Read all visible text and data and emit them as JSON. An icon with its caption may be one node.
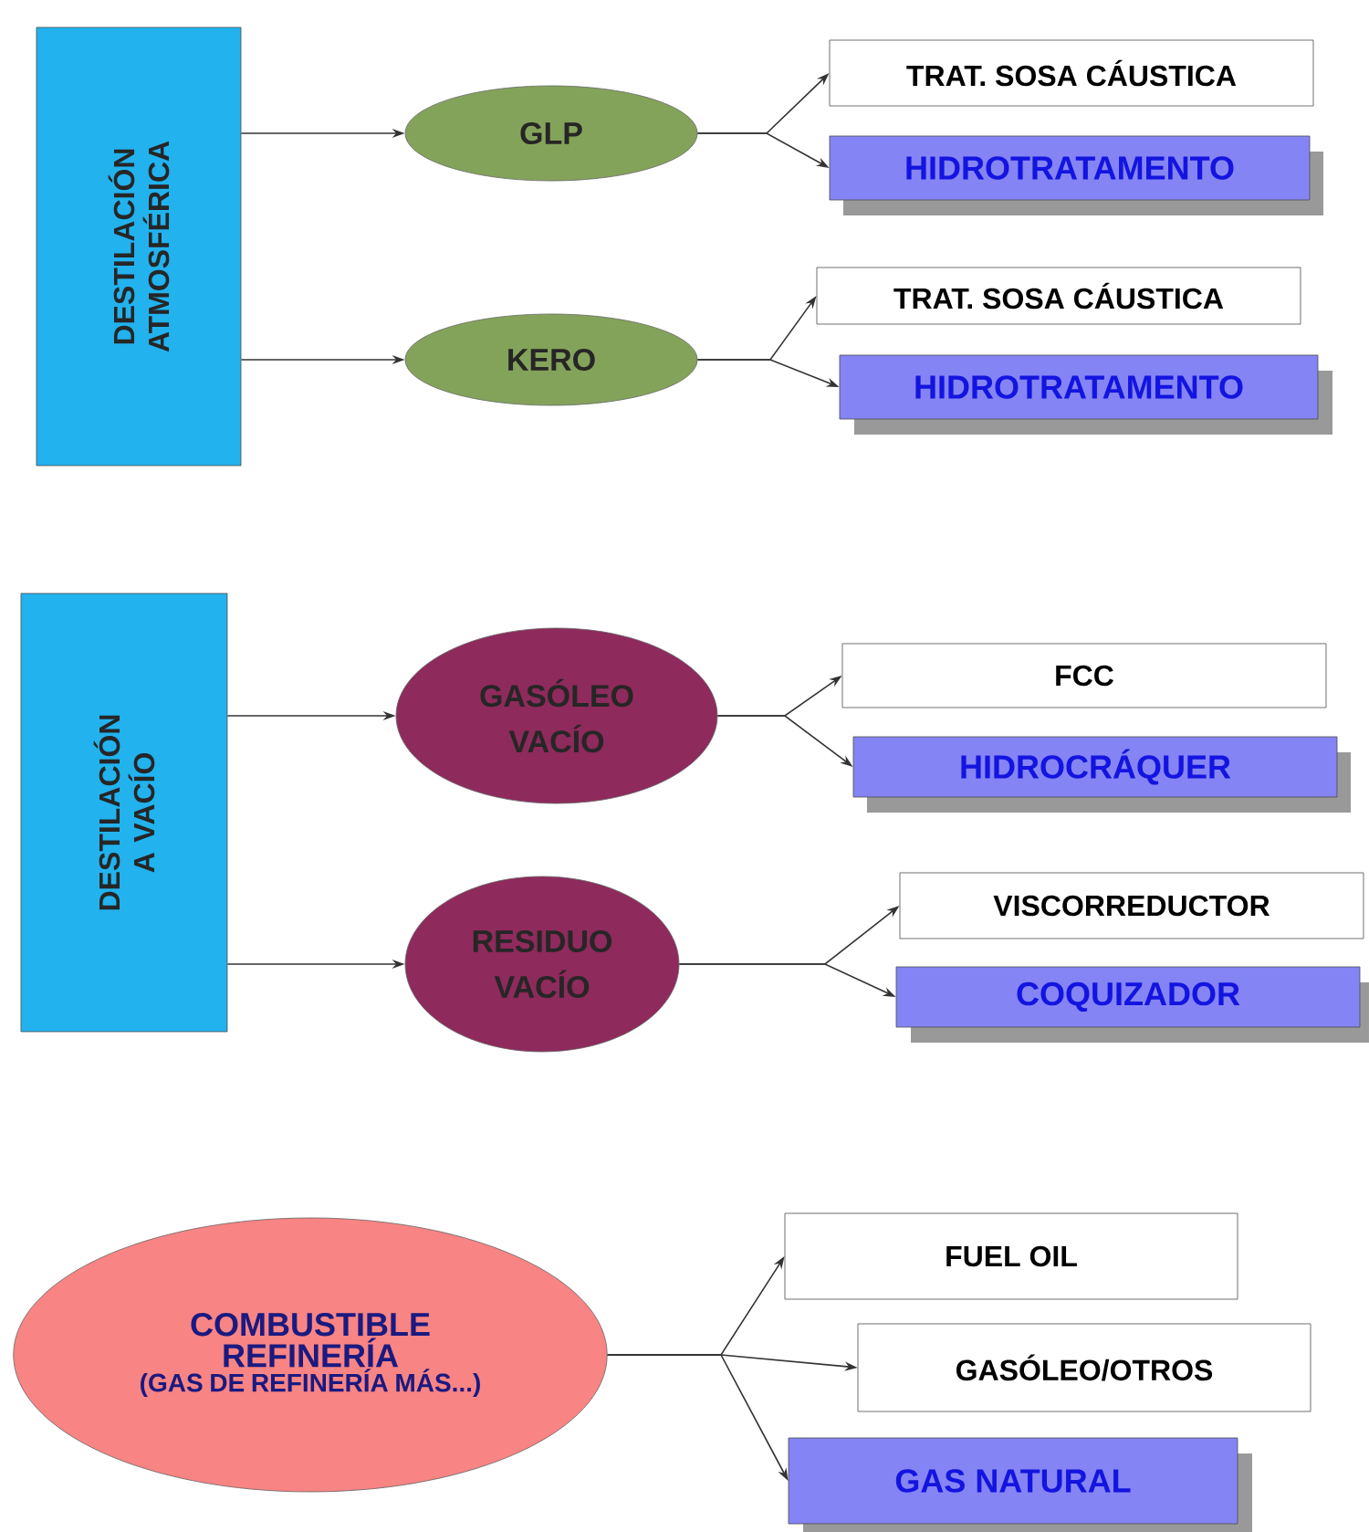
{
  "diagram": {
    "nodes": [
      {
        "text": [
          "DESTILACIÓN ATMOSFÉRICA"
        ]
      },
      {
        "text": [
          "GLP"
        ]
      },
      {
        "text": [
          "TRAT. SOSA CÁUSTICA"
        ]
      },
      {
        "text": [
          "HIDROTRATAMENTO"
        ]
      },
      {
        "text": [
          "KERO"
        ]
      },
      {
        "text": [
          "TRAT. SOSA CÁUSTICA"
        ]
      },
      {
        "text": [
          "HIDROTRATAMENTO"
        ]
      },
      {
        "text": [
          "DESTILACIÓN A VACÍO"
        ]
      },
      {
        "text": [
          "GASÓLEO VACÍO"
        ]
      },
      {
        "text": [
          "FCC"
        ]
      },
      {
        "text": [
          "HIDROCRÁQUER"
        ]
      },
      {
        "text": [
          "RESIDUO VACÍO"
        ]
      },
      {
        "text": [
          "VISCORREDUCTOR"
        ]
      },
      {
        "text": [
          "COQUIZADOR"
        ]
      },
      {
        "text": [
          "COMBUSTIBLE REFINERÍA",
          "(GAS DE REFINERÍA MÁS...)"
        ]
      },
      {
        "text": [
          "FUEL OIL"
        ]
      },
      {
        "text": [
          "GASÓLEO/OTROS"
        ]
      },
      {
        "text": [
          "GAS NATURAL"
        ]
      }
    ],
    "edges": [
      {
        "from": 0,
        "to": 1,
        "arrow": "to"
      },
      {
        "from": 0,
        "to": 4,
        "arrow": "to"
      },
      {
        "from": 1,
        "to": 2,
        "arrow": "to"
      },
      {
        "from": 1,
        "to": 3,
        "arrow": "to"
      },
      {
        "from": 4,
        "to": 5,
        "arrow": "to"
      },
      {
        "from": 4,
        "to": 6,
        "arrow": "to"
      },
      {
        "from": 7,
        "to": 8,
        "arrow": "to"
      },
      {
        "from": 7,
        "to": 11,
        "arrow": "to"
      },
      {
        "from": 8,
        "to": 9,
        "arrow": "to"
      },
      {
        "from": 8,
        "to": 10,
        "arrow": "to"
      },
      {
        "from": 11,
        "to": 12,
        "arrow": "to"
      },
      {
        "from": 11,
        "to": 13,
        "arrow": "to"
      },
      {
        "from": 14,
        "to": 15,
        "arrow": "to"
      },
      {
        "from": 14,
        "to": 16,
        "arrow": "to"
      },
      {
        "from": 14,
        "to": 17,
        "arrow": "to"
      }
    ]
  }
}
